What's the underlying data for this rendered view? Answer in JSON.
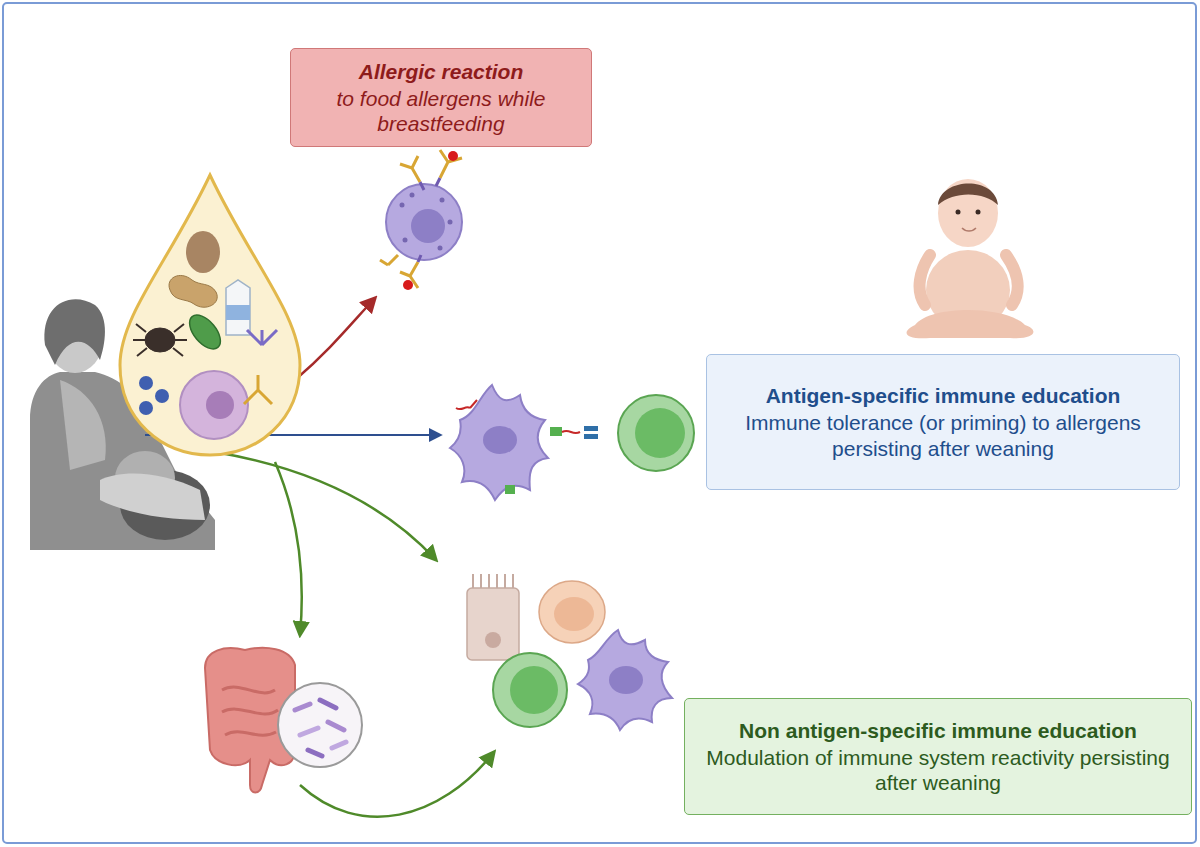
{
  "diagram": {
    "nodes": [
      {
        "text": [
          "Allergic reaction",
          "to food allergens while breastfeeding"
        ]
      },
      {
        "text": [
          "Antigen-specific immune education",
          "Immune tolerance (or priming) to allergens persisting after weaning"
        ]
      },
      {
        "text": [
          "Non antigen-specific immune education",
          "Modulation of immune system reactivity persisting after weaning"
        ]
      }
    ]
  }
}
